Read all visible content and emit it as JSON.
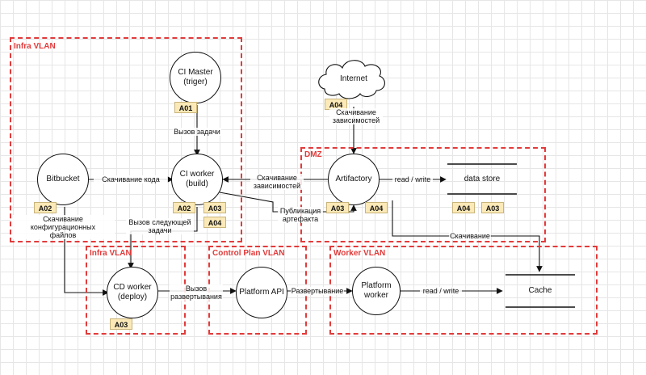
{
  "zones": {
    "infra_top": "Infra VLAN",
    "dmz": "DMZ",
    "infra_bottom": "Infra VLAN",
    "control_plan": "Control Plan VLAN",
    "worker": "Worker VLAN"
  },
  "nodes": {
    "ci_master": "CI Master\n(triger)",
    "ci_worker": "CI worker\n(build)",
    "bitbucket": "Bitbucket",
    "artifactory": "Artifactory",
    "internet": "Internet",
    "cd_worker": "CD worker\n(deploy)",
    "platform_api": "Platform API",
    "platform_worker": "Platform\nworker",
    "data_store": "data store",
    "cache": "Cache"
  },
  "badges": {
    "ci_master": "A01",
    "bitbucket": "A02",
    "ci_worker_1": "A02",
    "ci_worker_2": "A03",
    "ci_worker_3": "A04",
    "internet": "A04",
    "artifactory_1": "A03",
    "artifactory_2": "A04",
    "data_store_1": "A04",
    "data_store_2": "A03",
    "cd_worker": "A03"
  },
  "edges": {
    "task_call": "Вызов задачи",
    "code_download": "Скачивание кода",
    "deps_download": "Скачивание\nзависимостей",
    "internet_deps": "Скачивание\nзависимостей",
    "read_write_store": "read / write",
    "artifact_publish": "Публикация\nартефакта",
    "next_task_call": "Вызов следующей\nзадачи",
    "config_download": "Скачивание конфигурационных\nфайлов",
    "download_cache": "Скачивание",
    "deploy_call": "Вызов\nразвертывания",
    "deploy": "Развертывание",
    "read_write_cache": "read / write"
  }
}
